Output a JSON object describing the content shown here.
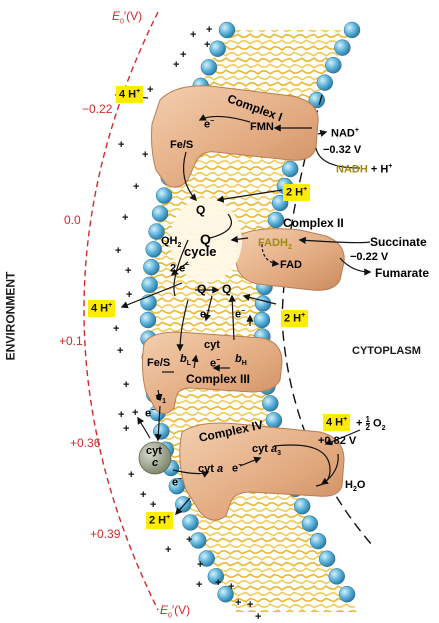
{
  "potential_axis": {
    "top_label_sym": "E",
    "top_label_sub": "0",
    "top_label_unit": "′(V)",
    "bottom_label_sym": "E",
    "bottom_label_sub": "0",
    "bottom_label_unit": "′(V)",
    "ticks": [
      "−0.22",
      "0.0",
      "+0.1",
      "+0.36",
      "+0.39"
    ],
    "color": "#d32a2a"
  },
  "sides": {
    "left": "ENVIRONMENT",
    "right": "CYTOPLASM"
  },
  "complexes": {
    "c1": "Complex I",
    "c2": "Complex II",
    "c3": "Complex III",
    "c4": "Complex IV"
  },
  "protons": {
    "ion": "4 H",
    "ion2": "2 H",
    "charge": "+"
  },
  "labels": {
    "fmn": "FMN",
    "fes_1": "Fe/S",
    "electron": "e",
    "electron_charge": "−",
    "nad": "NAD",
    "nad_charge": "+",
    "nad_potential": "−0.32 V",
    "nadh": "NADH",
    "nadh_plus": "+ H",
    "q_top": "Q",
    "q_cycle_q": "Q",
    "q_cycle_word": "cycle",
    "qh2": "QH",
    "qh2_sub": "2",
    "two_e": "2 e",
    "q_left": "Q",
    "q_right": "Q",
    "fadh2": "FADH",
    "fadh2_sub": "2",
    "fad": "FAD",
    "succinate": "Succinate",
    "succ_potential": "−0.22 V",
    "fumarate": "Fumarate",
    "fes_3": "Fe/S",
    "cyt": "cyt",
    "bl": "b",
    "bl_sub": "L",
    "bh": "b",
    "bh_sub": "H",
    "c1_cyt": "c",
    "c1_cyt_sub": "1",
    "cyt_c_1": "cyt",
    "cyt_c_2": "c",
    "cyt_a": "cyt",
    "cyt_a_letter": "a",
    "cyt_a3": "cyt",
    "cyt_a3_letter": "a",
    "cyt_a3_sub": "3",
    "o2_plus": "+",
    "o2_num": "1",
    "o2_den": "2",
    "o2": "O",
    "o2_sub": "2",
    "o2_potential": "+0.82 V",
    "h2o": "H",
    "h2o_sub": "2",
    "h2o_o": "O"
  },
  "colors": {
    "protein": "#e8b48c",
    "protein_dark": "#c98b5e",
    "head": "#5fb5dc",
    "tail": "#e8b830",
    "highlight": "#ffec00",
    "cytc": "#9aa58a"
  }
}
